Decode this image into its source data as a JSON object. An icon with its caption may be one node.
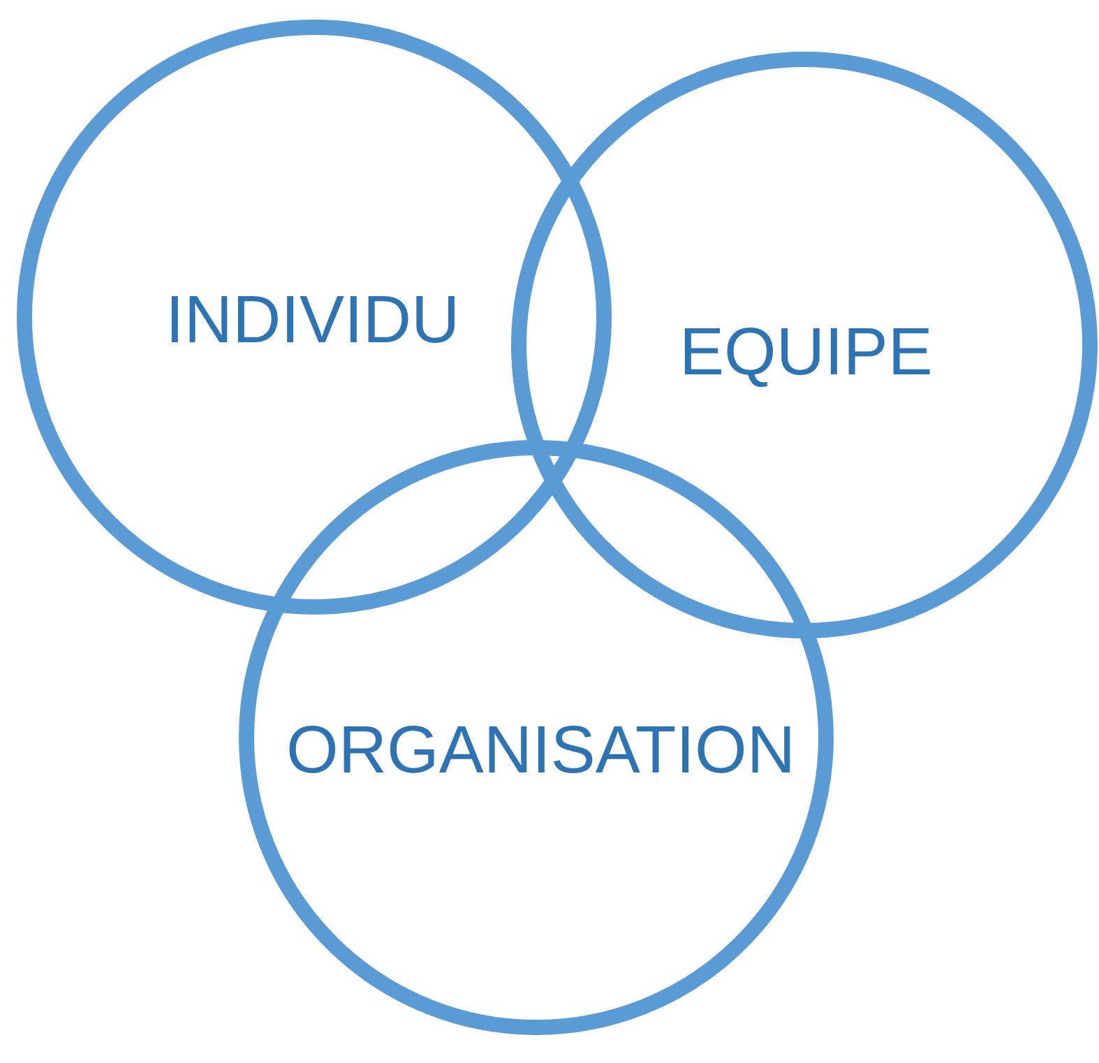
{
  "diagram": {
    "nodes": [
      {
        "text": [
          "INDIVIDU"
        ]
      },
      {
        "text": [
          "EQUIPE"
        ]
      },
      {
        "text": [
          "ORGANISATION"
        ]
      }
    ]
  }
}
